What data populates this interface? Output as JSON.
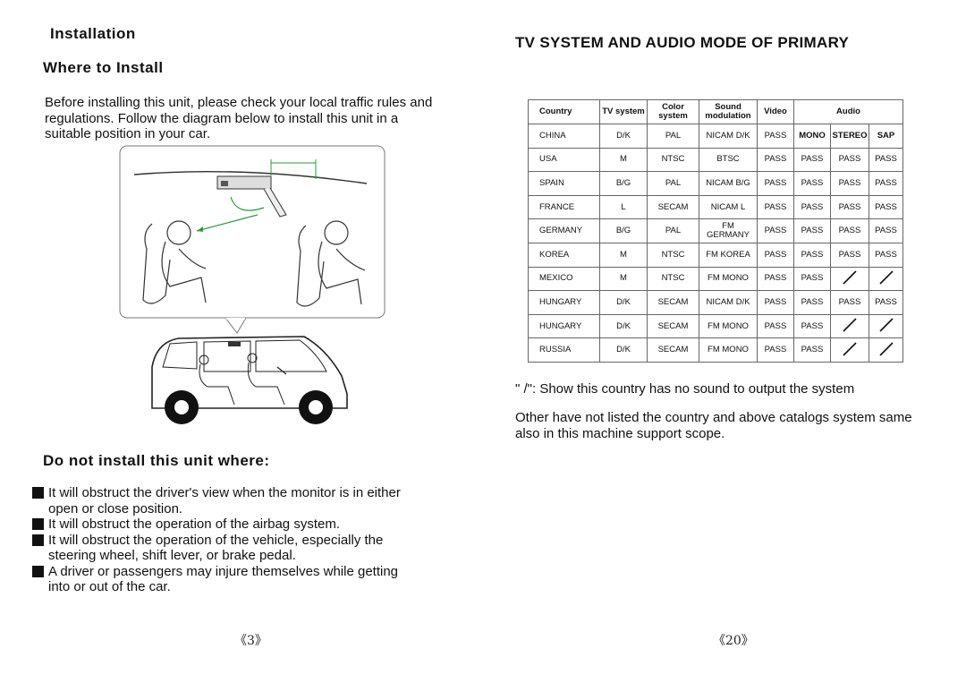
{
  "left_page": {
    "title": "Installation",
    "subtitle": "Where to Install",
    "intro": "Before installing this unit, please check your local traffic rules and regulations. Follow the diagram below to install this unit in a suitable position in your car.",
    "donot_title": "Do not install this unit where:",
    "bullets": [
      {
        "l1": "It will obstruct the driver's view when the monitor is in either",
        "l2": "open or close position."
      },
      {
        "l1": "It will obstruct the operation of the airbag system.",
        "l2": ""
      },
      {
        "l1": "It will obstruct the operation of the vehicle, especially the",
        "l2": "steering wheel, shift lever, or brake pedal."
      },
      {
        "l1": "A driver or passengers may injure themselves while getting",
        "l2": "into or out of the car."
      }
    ],
    "page_number": "《3》"
  },
  "right_page": {
    "title": "TV SYSTEM AND AUDIO MODE OF PRIMARY",
    "table": {
      "headers": [
        "Country",
        "TV system",
        "Color system",
        "Sound modulation",
        "Video",
        "Audio"
      ],
      "audio_sub": [
        "MONO",
        "STEREO",
        "SAP"
      ],
      "rows": [
        [
          "USA",
          "M",
          "NTSC",
          "BTSC",
          "PASS",
          "PASS",
          "PASS",
          "PASS"
        ],
        [
          "SPAIN",
          "B/G",
          "PAL",
          "NICAM B/G",
          "PASS",
          "PASS",
          "PASS",
          "PASS"
        ],
        [
          "FRANCE",
          "L",
          "SECAM",
          "NICAM L",
          "PASS",
          "PASS",
          "PASS",
          "PASS"
        ],
        [
          "GERMANY",
          "B/G",
          "PAL",
          "FM GERMANY",
          "PASS",
          "PASS",
          "PASS",
          "PASS"
        ],
        [
          "KOREA",
          "M",
          "NTSC",
          "FM KOREA",
          "PASS",
          "PASS",
          "PASS",
          "PASS"
        ],
        [
          "MEXICO",
          "M",
          "NTSC",
          "FM MONO",
          "PASS",
          "PASS",
          "/",
          "/"
        ],
        [
          "HUNGARY",
          "D/K",
          "SECAM",
          "NICAM D/K",
          "PASS",
          "PASS",
          "PASS",
          "PASS"
        ],
        [
          "HUNGARY",
          "D/K",
          "SECAM",
          "FM MONO",
          "PASS",
          "PASS",
          "/",
          "/"
        ],
        [
          "RUSSIA",
          "D/K",
          "SECAM",
          "FM MONO",
          "PASS",
          "PASS",
          "/",
          "/"
        ]
      ],
      "china_row": [
        "CHINA",
        "D/K",
        "PAL",
        "NICAM D/K",
        "PASS"
      ]
    },
    "note1": "\" /\": Show this country has no sound to output the system",
    "note2": "Other have not listed the country and above catalogs system same also in this machine support scope.",
    "page_number": "《20》"
  }
}
